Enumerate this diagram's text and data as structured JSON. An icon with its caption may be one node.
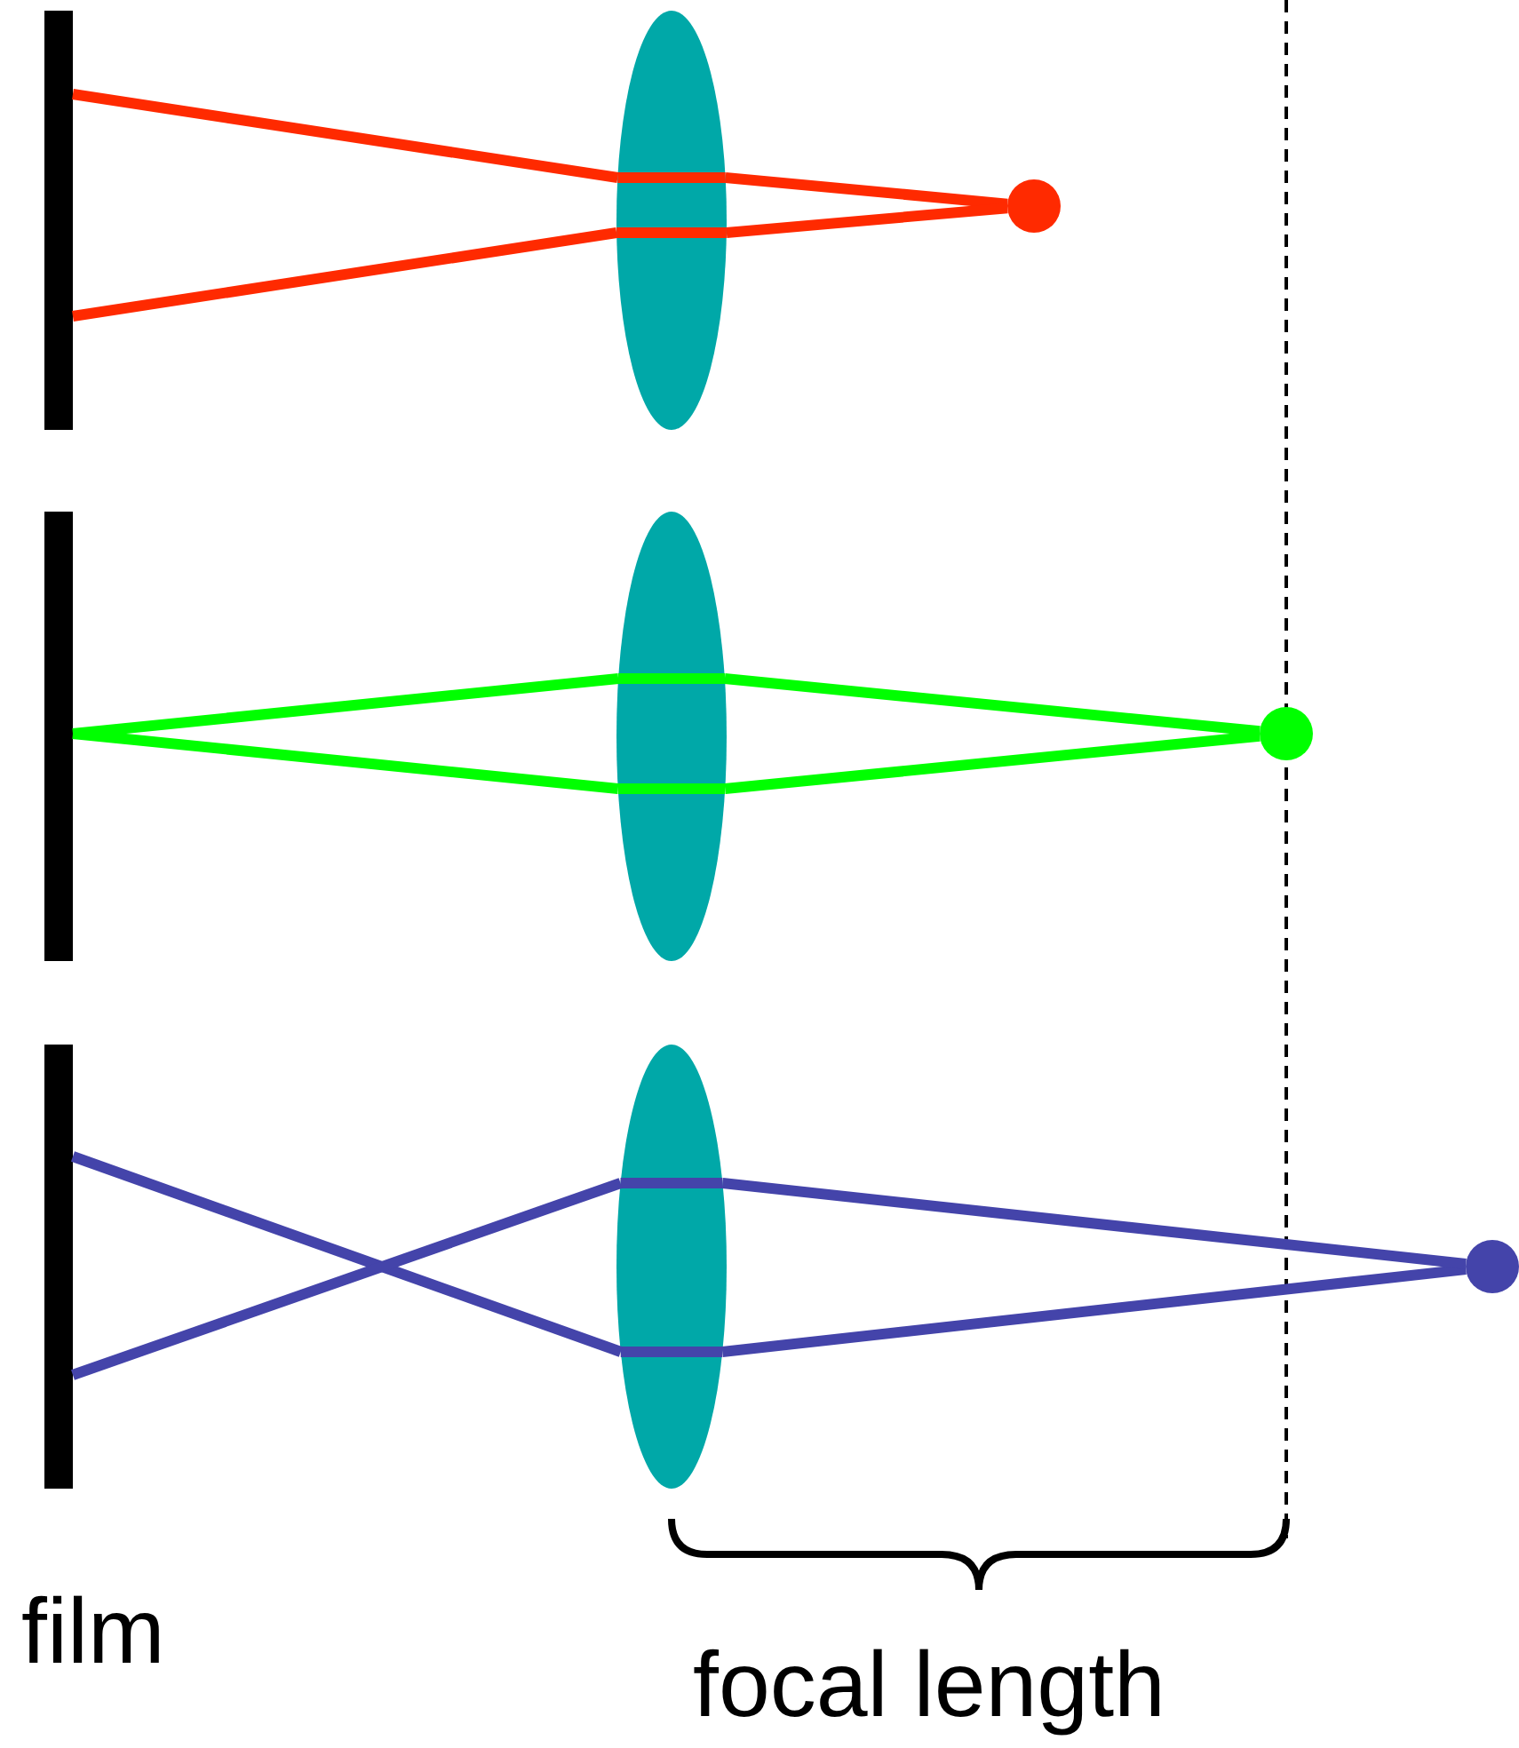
{
  "diagram": {
    "nodes": [
      {
        "text": [],
        "shape": "bar"
      },
      {
        "text": [],
        "shape": "ellipse"
      },
      {
        "text": [],
        "shape": "circle"
      },
      {
        "text": [],
        "shape": "bar"
      },
      {
        "text": [],
        "shape": "ellipse"
      },
      {
        "text": [],
        "shape": "circle"
      },
      {
        "text": [],
        "shape": "bar"
      },
      {
        "text": [],
        "shape": "ellipse"
      },
      {
        "text": [],
        "shape": "circle"
      }
    ],
    "edges": [
      {
        "from": 2,
        "to": 1,
        "arrow": "none",
        "color": "#ff2a00"
      },
      {
        "from": 1,
        "to": 0,
        "arrow": "none",
        "color": "#ff2a00"
      },
      {
        "from": 2,
        "to": 1,
        "arrow": "none",
        "color": "#ff2a00"
      },
      {
        "from": 1,
        "to": 0,
        "arrow": "none",
        "color": "#ff2a00"
      },
      {
        "from": 5,
        "to": 4,
        "arrow": "none",
        "color": "#00ff00"
      },
      {
        "from": 4,
        "to": 3,
        "arrow": "none",
        "color": "#00ff00"
      },
      {
        "from": 5,
        "to": 4,
        "arrow": "none",
        "color": "#00ff00"
      },
      {
        "from": 4,
        "to": 3,
        "arrow": "none",
        "color": "#00ff00"
      },
      {
        "from": 8,
        "to": 7,
        "arrow": "none",
        "color": "#4444aa"
      },
      {
        "from": 7,
        "to": 6,
        "arrow": "none",
        "color": "#4444aa"
      },
      {
        "from": 8,
        "to": 7,
        "arrow": "none",
        "color": "#4444aa"
      },
      {
        "from": 7,
        "to": 6,
        "arrow": "none",
        "color": "#4444aa"
      }
    ],
    "labels": [
      "film",
      "focal length"
    ]
  }
}
